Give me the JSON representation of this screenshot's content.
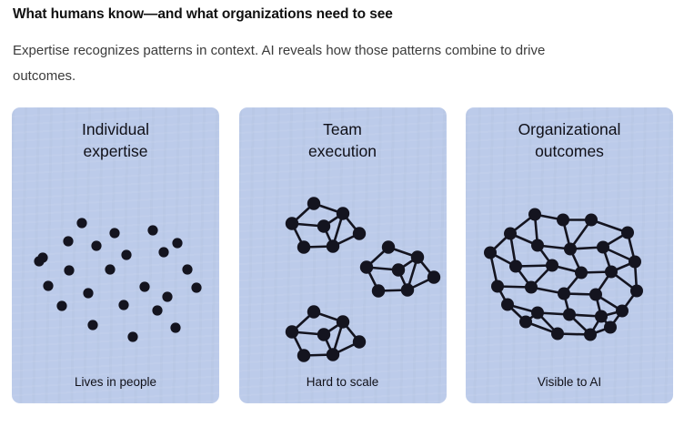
{
  "header": {
    "title": "What humans know—and what organizations need to see",
    "subtitle": "Expertise recognizes patterns in context. AI reveals how those patterns combine to drive outcomes."
  },
  "theme": {
    "page_background": "#ffffff",
    "card_background": "#bccbea",
    "node_color": "#14141f",
    "title_color": "#111111",
    "subtitle_color": "#3b3b3b"
  },
  "cards": [
    {
      "id": "individual-expertise",
      "title": "Individual\nexpertise",
      "title_line1": "Individual",
      "title_line2": "expertise",
      "caption": "Lives in people",
      "graph_type": "scatter-points",
      "node_count": 24,
      "edge_count": 0
    },
    {
      "id": "team-execution",
      "title": "Team\nexecution",
      "title_line1": "Team",
      "title_line2": "execution",
      "caption": "Hard to scale",
      "graph_type": "isolated-clusters",
      "cluster_count": 3,
      "nodes_per_cluster": 7,
      "node_count": 21
    },
    {
      "id": "organizational-outcomes",
      "title": "Organizational\noutcomes",
      "title_line1": "Organizational",
      "title_line2": "outcomes",
      "caption": "Visible to AI",
      "graph_type": "dense-mesh-network",
      "node_count": 28,
      "edge_count": 52
    }
  ],
  "chart_data": {
    "type": "scatter",
    "title": "What humans know—and what organizations need to see",
    "subtitle": "Expertise recognizes patterns in context. AI reveals how those patterns combine to drive outcomes.",
    "panels": [
      {
        "label": "Individual expertise",
        "caption": "Lives in people",
        "points": [
          [
            77,
            28
          ],
          [
            113,
            39
          ],
          [
            155,
            36
          ],
          [
            62,
            48
          ],
          [
            182,
            50
          ],
          [
            34,
            66
          ],
          [
            93,
            53
          ],
          [
            126,
            63
          ],
          [
            167,
            60
          ],
          [
            63,
            80
          ],
          [
            108,
            79
          ],
          [
            193,
            79
          ],
          [
            40,
            97
          ],
          [
            84,
            105
          ],
          [
            146,
            98
          ],
          [
            171,
            109
          ],
          [
            203,
            99
          ],
          [
            55,
            119
          ],
          [
            123,
            118
          ],
          [
            160,
            124
          ],
          [
            89,
            140
          ],
          [
            133,
            153
          ],
          [
            180,
            143
          ],
          [
            30,
            70
          ]
        ],
        "edges": []
      },
      {
        "label": "Team execution",
        "caption": "Hard to scale",
        "clusters": [
          {
            "origin": [
              48,
              14
            ],
            "points": [
              [
                34,
                0
              ],
              [
                10,
                22
              ],
              [
                45,
                25
              ],
              [
                66,
                11
              ],
              [
                84,
                33
              ],
              [
                23,
                48
              ],
              [
                55,
                47
              ]
            ],
            "edges": [
              [
                0,
                1
              ],
              [
                0,
                3
              ],
              [
                1,
                2
              ],
              [
                2,
                3
              ],
              [
                3,
                4
              ],
              [
                2,
                6
              ],
              [
                3,
                6
              ],
              [
                1,
                5
              ],
              [
                5,
                6
              ],
              [
                6,
                4
              ]
            ]
          },
          {
            "origin": [
              130,
              62
            ],
            "points": [
              [
                34,
                0
              ],
              [
                10,
                22
              ],
              [
                45,
                25
              ],
              [
                66,
                11
              ],
              [
                84,
                33
              ],
              [
                23,
                48
              ],
              [
                55,
                47
              ]
            ],
            "edges": [
              [
                0,
                1
              ],
              [
                0,
                3
              ],
              [
                1,
                2
              ],
              [
                2,
                3
              ],
              [
                3,
                4
              ],
              [
                2,
                6
              ],
              [
                3,
                6
              ],
              [
                1,
                5
              ],
              [
                5,
                6
              ],
              [
                6,
                4
              ]
            ]
          },
          {
            "origin": [
              48,
              133
            ],
            "points": [
              [
                34,
                0
              ],
              [
                10,
                22
              ],
              [
                45,
                25
              ],
              [
                66,
                11
              ],
              [
                84,
                33
              ],
              [
                23,
                48
              ],
              [
                55,
                47
              ]
            ],
            "edges": [
              [
                0,
                1
              ],
              [
                0,
                3
              ],
              [
                1,
                2
              ],
              [
                2,
                3
              ],
              [
                3,
                4
              ],
              [
                2,
                6
              ],
              [
                3,
                6
              ],
              [
                1,
                5
              ],
              [
                5,
                6
              ],
              [
                6,
                4
              ]
            ]
          }
        ]
      },
      {
        "label": "Organizational outcomes",
        "caption": "Visible to AI",
        "points": [
          [
            76,
            16
          ],
          [
            107,
            22
          ],
          [
            138,
            22
          ],
          [
            49,
            37
          ],
          [
            178,
            36
          ],
          [
            27,
            58
          ],
          [
            79,
            50
          ],
          [
            115,
            54
          ],
          [
            151,
            52
          ],
          [
            186,
            68
          ],
          [
            55,
            73
          ],
          [
            95,
            72
          ],
          [
            127,
            80
          ],
          [
            160,
            79
          ],
          [
            35,
            95
          ],
          [
            72,
            96
          ],
          [
            108,
            103
          ],
          [
            143,
            104
          ],
          [
            188,
            100
          ],
          [
            46,
            115
          ],
          [
            79,
            124
          ],
          [
            114,
            126
          ],
          [
            149,
            128
          ],
          [
            172,
            122
          ],
          [
            66,
            134
          ],
          [
            101,
            147
          ],
          [
            137,
            148
          ],
          [
            159,
            140
          ]
        ],
        "edges": [
          [
            0,
            1
          ],
          [
            1,
            2
          ],
          [
            2,
            4
          ],
          [
            0,
            3
          ],
          [
            3,
            5
          ],
          [
            0,
            6
          ],
          [
            1,
            7
          ],
          [
            2,
            7
          ],
          [
            4,
            9
          ],
          [
            4,
            8
          ],
          [
            3,
            10
          ],
          [
            5,
            10
          ],
          [
            6,
            11
          ],
          [
            7,
            12
          ],
          [
            8,
            13
          ],
          [
            8,
            9
          ],
          [
            9,
            18
          ],
          [
            5,
            14
          ],
          [
            10,
            15
          ],
          [
            11,
            12
          ],
          [
            12,
            16
          ],
          [
            13,
            17
          ],
          [
            13,
            18
          ],
          [
            14,
            19
          ],
          [
            15,
            16
          ],
          [
            16,
            17
          ],
          [
            17,
            22
          ],
          [
            18,
            23
          ],
          [
            19,
            24
          ],
          [
            20,
            21
          ],
          [
            21,
            22
          ],
          [
            22,
            23
          ],
          [
            24,
            25
          ],
          [
            25,
            26
          ],
          [
            26,
            27
          ],
          [
            6,
            7
          ],
          [
            7,
            8
          ],
          [
            11,
            15
          ],
          [
            12,
            13
          ],
          [
            16,
            21
          ],
          [
            20,
            25
          ],
          [
            21,
            26
          ],
          [
            22,
            27
          ],
          [
            19,
            20
          ],
          [
            14,
            15
          ],
          [
            10,
            11
          ],
          [
            3,
            6
          ],
          [
            17,
            23
          ],
          [
            23,
            27
          ],
          [
            9,
            13
          ],
          [
            24,
            20
          ],
          [
            26,
            22
          ]
        ]
      }
    ]
  }
}
